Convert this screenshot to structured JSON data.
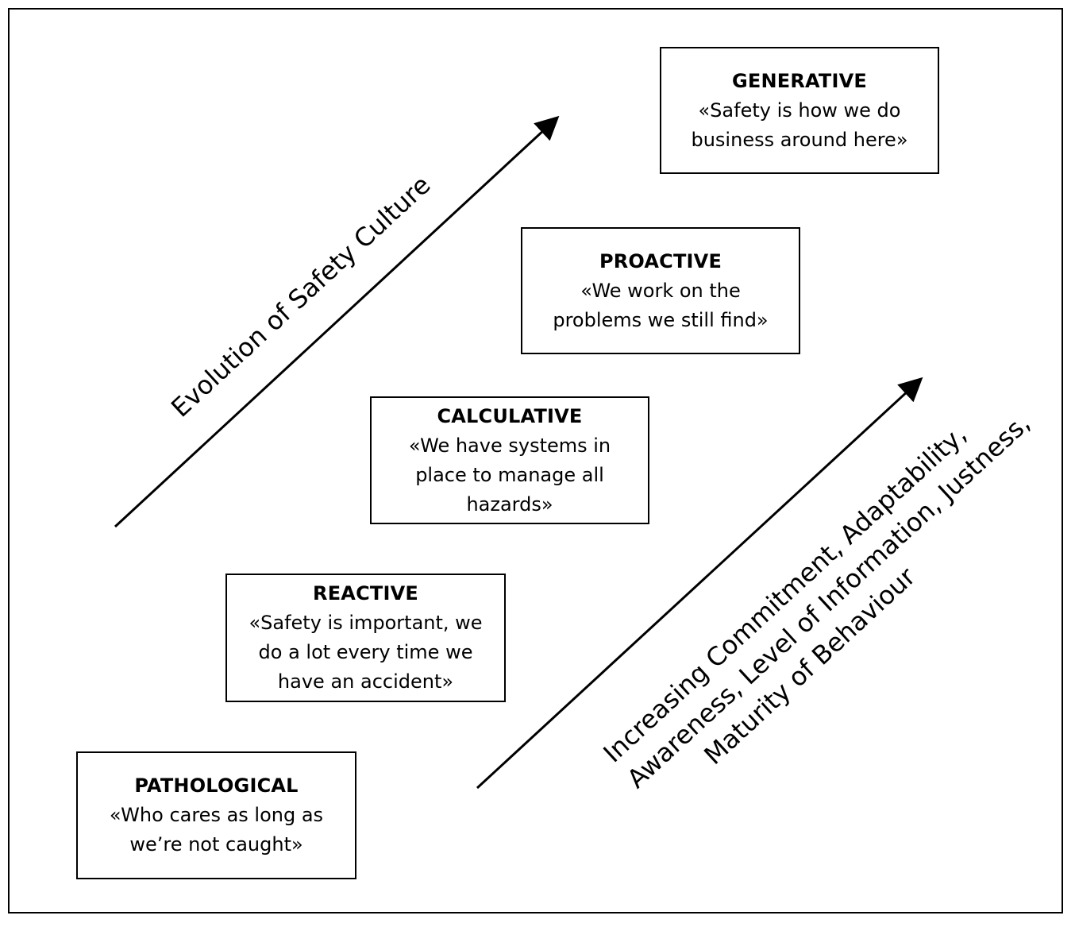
{
  "diagram": {
    "evolution_label": "Evolution of Safety Culture",
    "increasing_label_lines": [
      "Increasing Commitment, Adaptability,",
      "Awareness, Level of Information, Justness,",
      "Maturity of Behaviour"
    ],
    "stages": {
      "generative": {
        "title": "GENERATIVE",
        "quote": "«Safety is how we do business around here»"
      },
      "proactive": {
        "title": "PROACTIVE",
        "quote": "«We work on the problems we still find»"
      },
      "calculative": {
        "title": "CALCULATIVE",
        "quote": "«We have systems in place to manage all hazards»"
      },
      "reactive": {
        "title": "REACTIVE",
        "quote": "«Safety is important, we do a lot every time we have an accident»"
      },
      "pathological": {
        "title": "PATHOLOGICAL",
        "quote": "«Who cares as long as we’re not caught»"
      }
    }
  }
}
